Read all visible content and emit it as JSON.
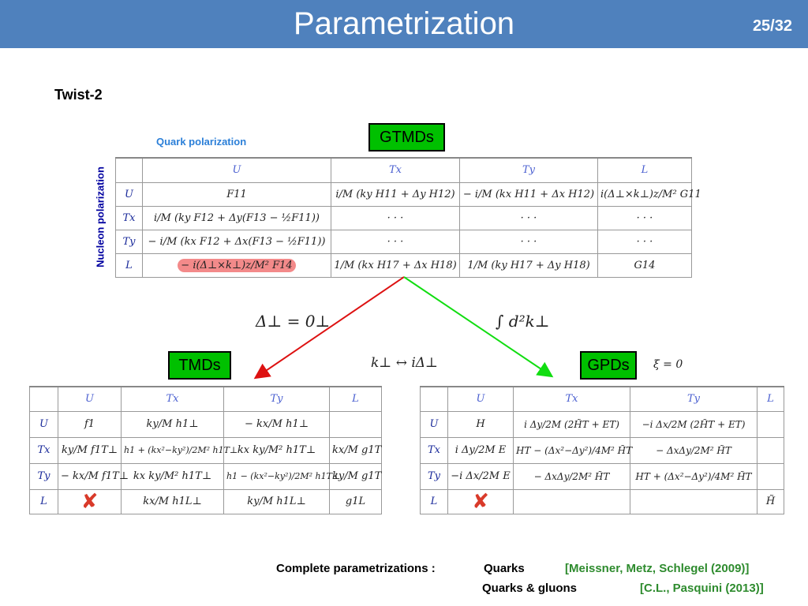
{
  "header": {
    "title": "Parametrization",
    "page": "25/32"
  },
  "twist_label": "Twist-2",
  "boxes": {
    "gtmds": "GTMDs",
    "tmds": "TMDs",
    "gpds": "GPDs"
  },
  "axis_labels": {
    "quark": "Quark polarization",
    "nucleon": "Nucleon polarization"
  },
  "colors": {
    "header": "#4f81bd",
    "box": "#00c000",
    "arrow_left": "#dd1111",
    "arrow_right": "#11dd11",
    "refs": "#2e8b2e"
  },
  "gtmd_table": {
    "headers": [
      "",
      "U",
      "Tx",
      "Ty",
      "L"
    ],
    "rows": [
      [
        "U",
        "F11",
        "i/M (ky H11 + Δy H12)",
        "− i/M (kx H11 + Δx H12)",
        "i(Δ⊥×k⊥)z/M² G11"
      ],
      [
        "Tx",
        "i/M (ky F12 + Δy(F13 − ½F11))",
        "· · ·",
        "· · ·",
        "· · ·"
      ],
      [
        "Ty",
        "− i/M (kx F12 + Δx(F13 − ½F11))",
        "· · ·",
        "· · ·",
        "· · ·"
      ],
      [
        "L",
        "− i(Δ⊥×k⊥)z/M² F14",
        "1/M (kx H17 + Δx H18)",
        "1/M (ky H17 + Δy H18)",
        "G14"
      ]
    ]
  },
  "tmd_table": {
    "headers": [
      "",
      "U",
      "Tx",
      "Ty",
      "L"
    ],
    "rows": [
      [
        "U",
        "f1",
        "ky/M h1⊥",
        "− kx/M h1⊥",
        ""
      ],
      [
        "Tx",
        "ky/M f1T⊥",
        "h1 + (kx²−ky²)/2M² h1T⊥",
        "kx ky/M² h1T⊥",
        "kx/M g1T"
      ],
      [
        "Ty",
        "− kx/M f1T⊥",
        "kx ky/M² h1T⊥",
        "h1 − (kx²−ky²)/2M² h1T⊥",
        "ky/M g1T"
      ],
      [
        "L",
        "✘",
        "kx/M h1L⊥",
        "ky/M h1L⊥",
        "g1L"
      ]
    ]
  },
  "gpd_table": {
    "headers": [
      "",
      "U",
      "Tx",
      "Ty",
      "L"
    ],
    "rows": [
      [
        "U",
        "H",
        "i Δy/2M (2H̃T + ET)",
        "−i Δx/2M (2H̃T + ET)",
        ""
      ],
      [
        "Tx",
        "i Δy/2M E",
        "HT − (Δx²−Δy²)/4M² H̃T",
        "− ΔxΔy/2M² H̃T",
        ""
      ],
      [
        "Ty",
        "−i Δx/2M E",
        "− ΔxΔy/2M² H̃T",
        "HT + (Δx²−Δy²)/4M² H̃T",
        ""
      ],
      [
        "L",
        "✘",
        "",
        "",
        "H̃"
      ]
    ]
  },
  "math_labels": {
    "delta_zero": "Δ⊥ = 0⊥",
    "integral": "∫ d²k⊥",
    "substitution": "k⊥ ↔ iΔ⊥",
    "xi": "ξ = 0"
  },
  "footer": {
    "label": "Complete parametrizations :",
    "quarks": "Quarks",
    "quarks_ref": "[Meissner, Metz, Schlegel (2009)]",
    "qg": "Quarks & gluons",
    "qg_ref": "[C.L., Pasquini (2013)]"
  }
}
